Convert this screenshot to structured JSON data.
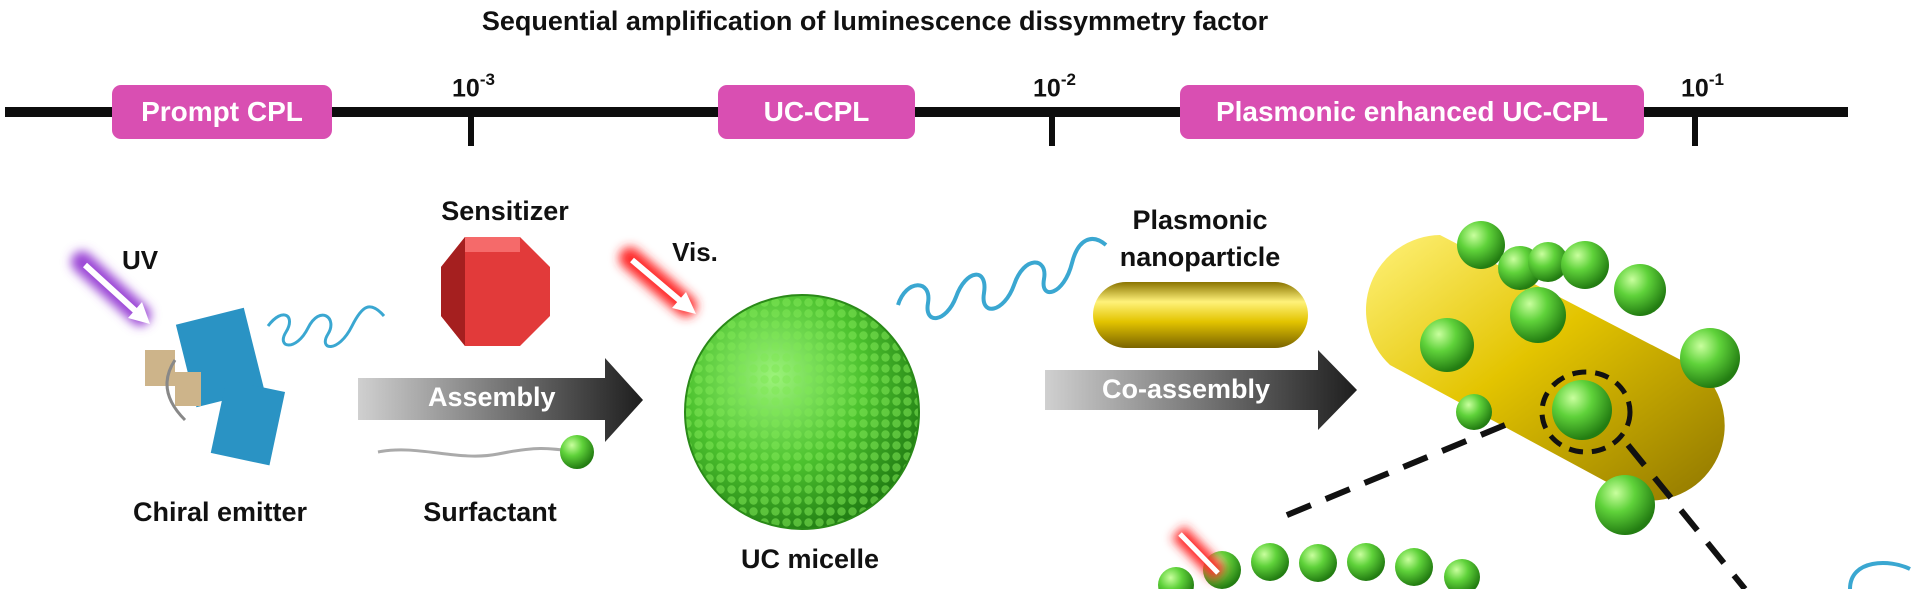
{
  "header": {
    "title": "Sequential amplification of luminescence dissymmetry factor"
  },
  "scale": {
    "stages": [
      {
        "label": "Prompt CPL"
      },
      {
        "label": "UC-CPL"
      },
      {
        "label": "Plasmonic enhanced UC-CPL"
      }
    ],
    "ticks": [
      {
        "base": "10",
        "exp": "-3"
      },
      {
        "base": "10",
        "exp": "-2"
      },
      {
        "base": "10",
        "exp": "-1"
      }
    ]
  },
  "labels": {
    "uv": "UV",
    "vis": "Vis.",
    "sensitizer": "Sensitizer",
    "plasmonic_line1": "Plasmonic",
    "plasmonic_line2": "nanoparticle",
    "chiral_emitter": "Chiral emitter",
    "surfactant": "Surfactant",
    "uc_micelle": "UC micelle",
    "assembly": "Assembly",
    "co_assembly": "Co-assembly"
  },
  "colors": {
    "pill": "#d94fb2",
    "sphere_green": "#5fd23a",
    "gold": "#e3c400",
    "sensitizer_red": "#e23a3a",
    "emitter_blue": "#2a93c4",
    "helix": "#3aa7d1",
    "uv_purple": "#9b46d6",
    "vis_red": "#ff2b2b"
  }
}
